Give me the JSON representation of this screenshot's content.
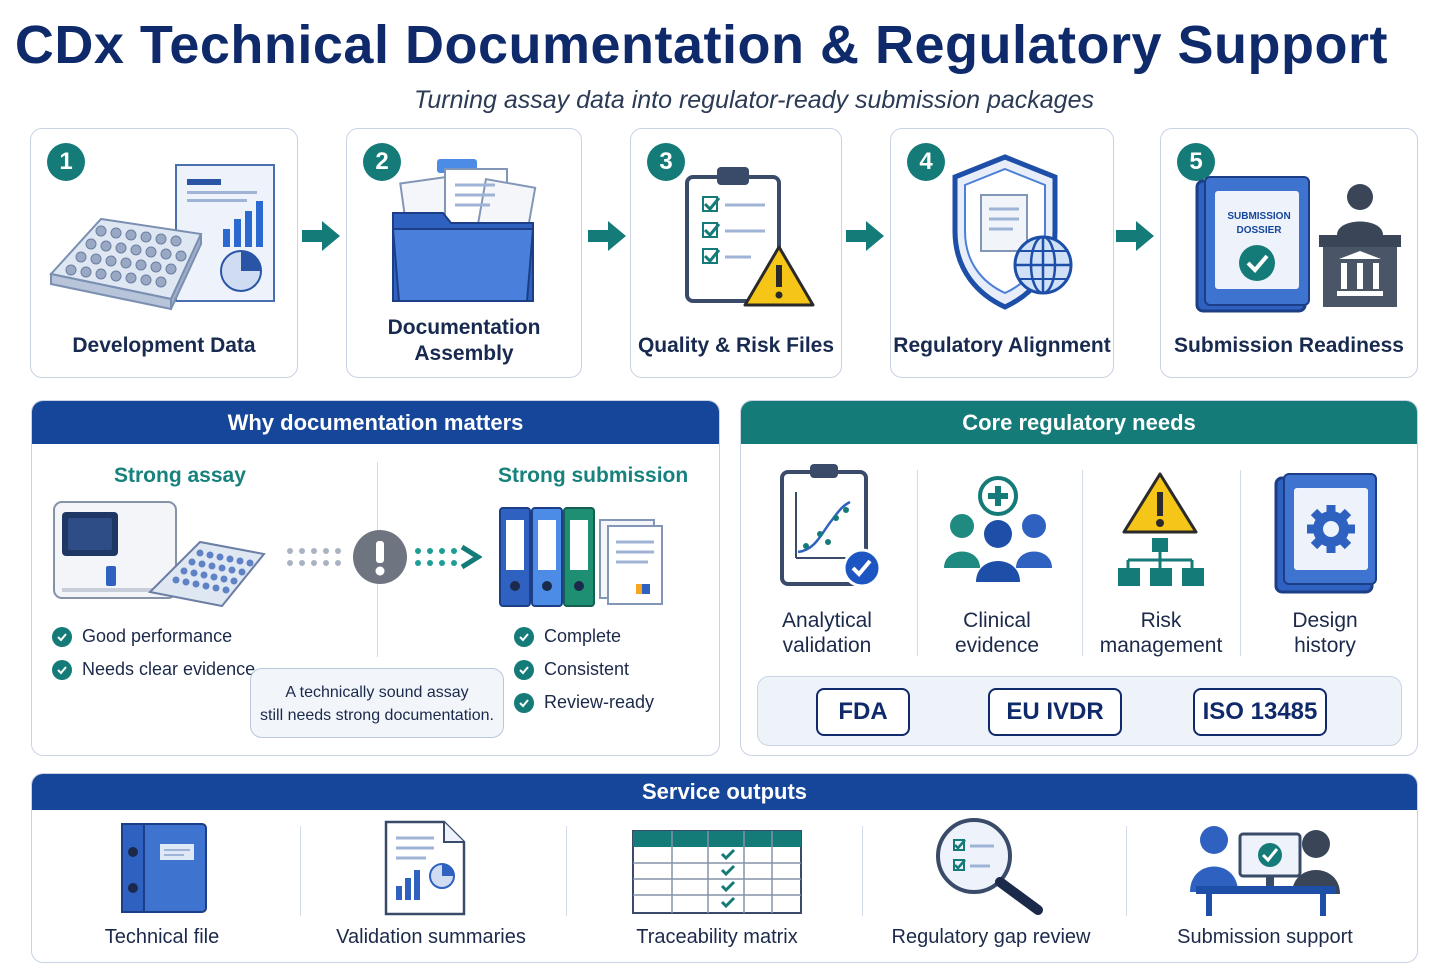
{
  "title": "CDx Technical Documentation & Regulatory Support",
  "subtitle": "Turning assay data into regulator-ready submission packages",
  "steps": [
    {
      "num": "1",
      "label": "Development Data"
    },
    {
      "num": "2",
      "label": "Documentation Assembly"
    },
    {
      "num": "3",
      "label": "Quality & Risk Files"
    },
    {
      "num": "4",
      "label": "Regulatory Alignment"
    },
    {
      "num": "5",
      "label": "Submission Readiness"
    }
  ],
  "dossier_text": [
    "SUBMISSION",
    "DOSSIER"
  ],
  "why": {
    "heading": "Why documentation matters",
    "left_title": "Strong assay",
    "left_checks": [
      "Good performance",
      "Needs clear evidence"
    ],
    "right_title": "Strong submission",
    "right_checks": [
      "Complete",
      "Consistent",
      "Review-ready"
    ],
    "note_line1": "A technically sound assay",
    "note_line2": "still needs strong documentation."
  },
  "core": {
    "heading": "Core regulatory needs",
    "needs": [
      {
        "line1": "Analytical",
        "line2": "validation"
      },
      {
        "line1": "Clinical",
        "line2": "evidence"
      },
      {
        "line1": "Risk",
        "line2": "management"
      },
      {
        "line1": "Design",
        "line2": "history"
      }
    ],
    "badges": [
      "FDA",
      "EU IVDR",
      "ISO 13485"
    ]
  },
  "outputs": {
    "heading": "Service outputs",
    "items": [
      "Technical file",
      "Validation summaries",
      "Traceability matrix",
      "Regulatory gap review",
      "Submission support"
    ]
  },
  "colors": {
    "navy": "#0f2a6b",
    "blue": "#15469a",
    "teal": "#147b78",
    "warning": "#f5c518"
  }
}
